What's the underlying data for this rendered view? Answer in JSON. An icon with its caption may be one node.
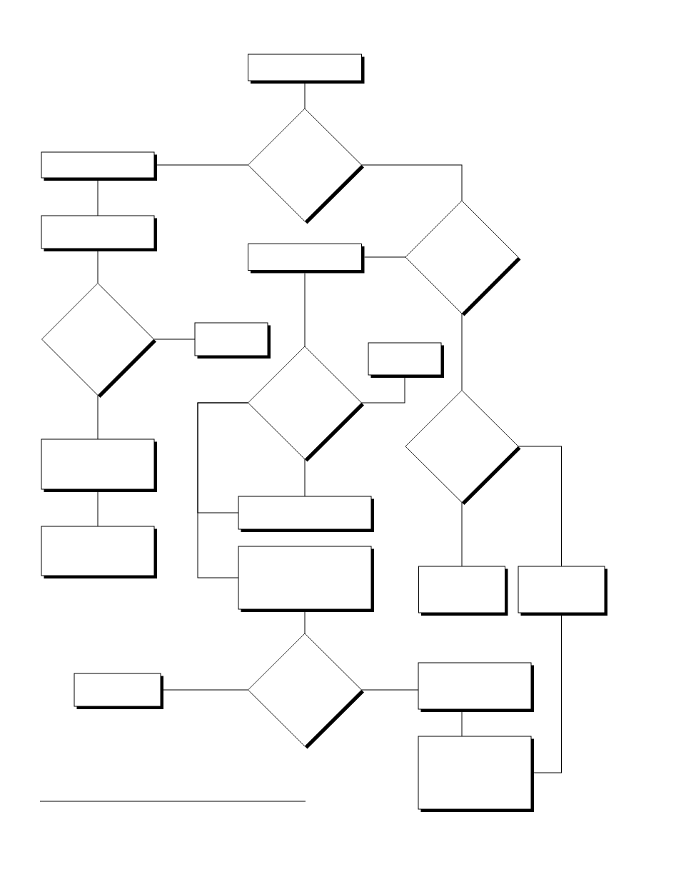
{
  "diagram": {
    "nodes": [
      {
        "text": [],
        "shape": "box"
      },
      {
        "text": [],
        "shape": "diamond"
      },
      {
        "text": [],
        "shape": "box"
      },
      {
        "text": [],
        "shape": "box"
      },
      {
        "text": [],
        "shape": "box"
      },
      {
        "text": [],
        "shape": "diamond"
      },
      {
        "text": [],
        "shape": "diamond"
      },
      {
        "text": [],
        "shape": "box"
      },
      {
        "text": [],
        "shape": "box"
      },
      {
        "text": [],
        "shape": "diamond"
      },
      {
        "text": [],
        "shape": "diamond"
      },
      {
        "text": [],
        "shape": "box"
      },
      {
        "text": [],
        "shape": "box"
      },
      {
        "text": [],
        "shape": "box"
      },
      {
        "text": [],
        "shape": "box"
      },
      {
        "text": [],
        "shape": "box"
      },
      {
        "text": [],
        "shape": "box"
      },
      {
        "text": [],
        "shape": "diamond"
      },
      {
        "text": [],
        "shape": "box"
      },
      {
        "text": [],
        "shape": "box"
      },
      {
        "text": [],
        "shape": "box"
      }
    ],
    "edges": [
      {
        "from": 0,
        "to": 1,
        "arrow": "none"
      },
      {
        "from": 1,
        "to": 2,
        "arrow": "none"
      },
      {
        "from": 1,
        "to": 5,
        "arrow": "none"
      },
      {
        "from": 2,
        "to": 3,
        "arrow": "none"
      },
      {
        "from": 5,
        "to": 4,
        "arrow": "none"
      },
      {
        "from": 3,
        "to": 6,
        "arrow": "none"
      },
      {
        "from": 4,
        "to": 9,
        "arrow": "none"
      },
      {
        "from": 5,
        "to": 10,
        "arrow": "none"
      },
      {
        "from": 6,
        "to": 7,
        "arrow": "none"
      },
      {
        "from": 9,
        "to": 8,
        "arrow": "none"
      },
      {
        "from": 6,
        "to": 11,
        "arrow": "none"
      },
      {
        "from": 9,
        "to": 12,
        "arrow": "none"
      },
      {
        "from": 9,
        "to": 12,
        "arrow": "none"
      },
      {
        "from": 9,
        "to": 14,
        "arrow": "none"
      },
      {
        "from": 10,
        "to": 15,
        "arrow": "none"
      },
      {
        "from": 10,
        "to": 16,
        "arrow": "none"
      },
      {
        "from": 11,
        "to": 13,
        "arrow": "none"
      },
      {
        "from": 14,
        "to": 17,
        "arrow": "none"
      },
      {
        "from": 16,
        "to": 20,
        "arrow": "none"
      },
      {
        "from": 17,
        "to": 18,
        "arrow": "none"
      },
      {
        "from": 17,
        "to": 19,
        "arrow": "none"
      },
      {
        "from": 19,
        "to": 20,
        "arrow": "none"
      }
    ]
  }
}
